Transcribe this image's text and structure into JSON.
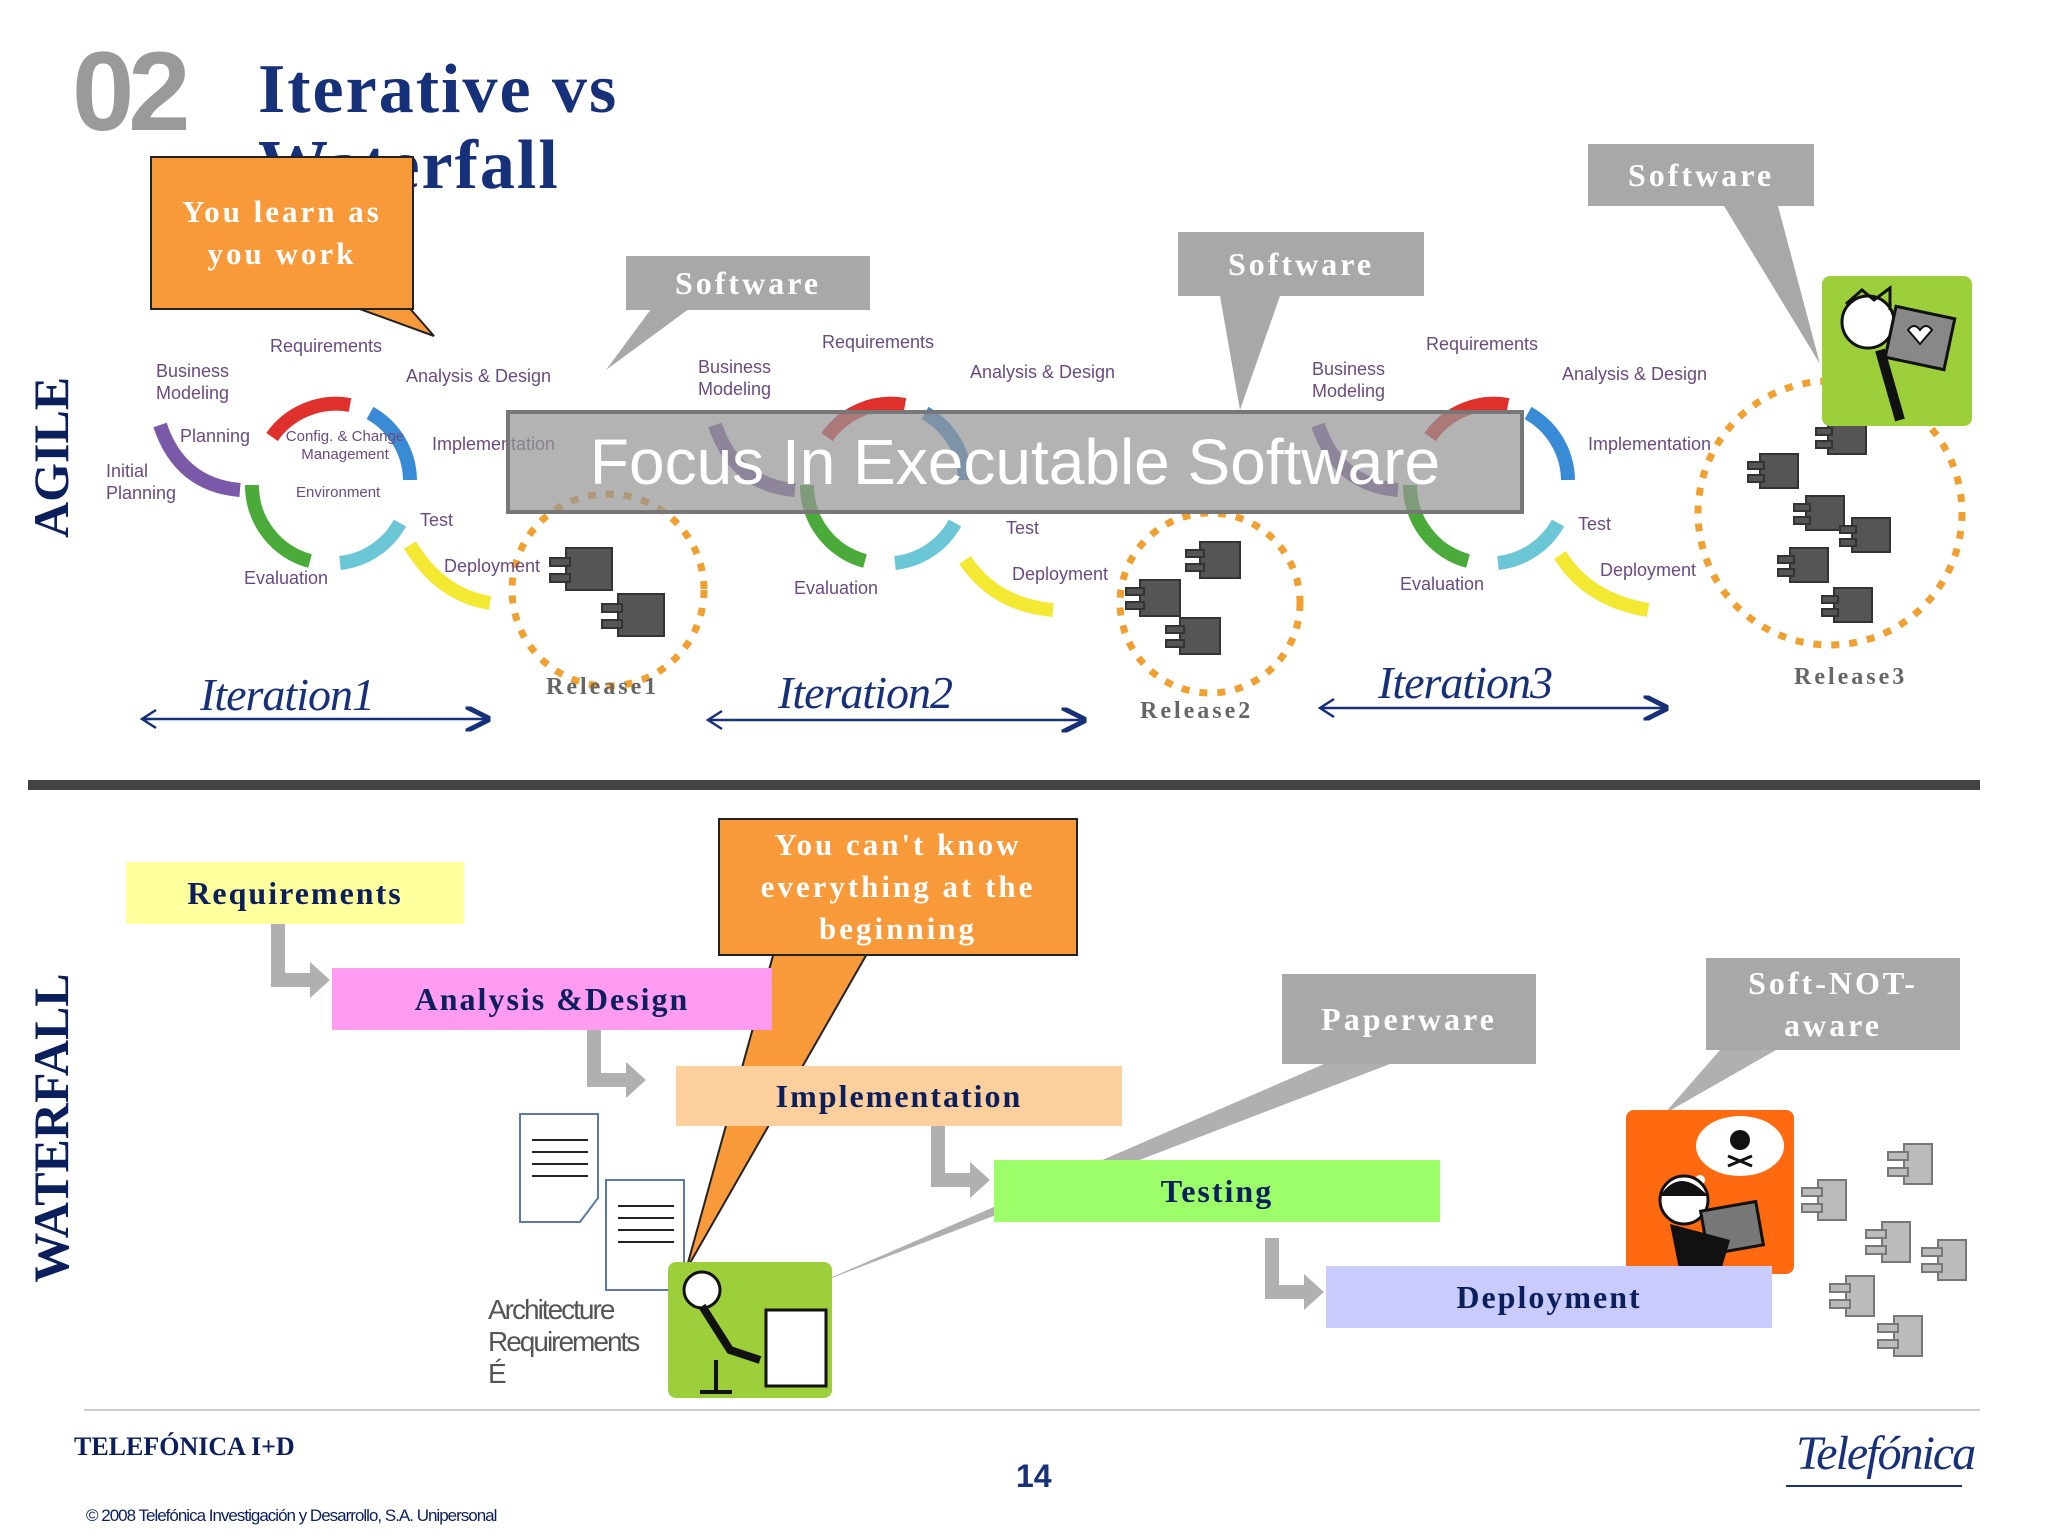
{
  "header": {
    "slide_number": "02",
    "title": "Iterative vs Waterfall"
  },
  "section_labels": {
    "agile": "AGILE",
    "waterfall": "WATERFALL"
  },
  "agile": {
    "callout_learn": "You learn as you work",
    "software_label": "Software",
    "cycle_labels": {
      "requirements": "Requirements",
      "business_modeling": "Business Modeling",
      "analysis_design": "Analysis & Design",
      "planning": "Planning",
      "config": "Config. & Change Management",
      "implementation": "Implementation",
      "initial_planning": "Initial Planning",
      "environment": "Environment",
      "test": "Test",
      "evaluation": "Evaluation",
      "deployment": "Deployment"
    },
    "iterations": [
      "Iteration1",
      "Iteration2",
      "Iteration3"
    ],
    "releases": [
      "Release1",
      "Release2",
      "Release3"
    ],
    "banner": "Focus In Executable Software"
  },
  "waterfall": {
    "phases": [
      "Requirements",
      "Analysis &Design",
      "Implementation",
      "Testing",
      "Deployment"
    ],
    "callout_know": "You can't know everything at the beginning",
    "paperware": "Paperware",
    "soft_not_aware": "Soft-NOT-aware",
    "doc_caption": [
      "Architecture",
      "Requirements",
      "É"
    ]
  },
  "footer": {
    "company": "TELEFÓNICA I+D",
    "page_number": "14",
    "copyright": "© 2008 Telefónica Investigación y Desarrollo, S.A. Unipersonal",
    "logo": "Telefónica"
  },
  "colors": {
    "title": "#17307a",
    "orange": "#f99a3a",
    "grey_callout": "#a8a8a8",
    "divider": "#444444"
  }
}
